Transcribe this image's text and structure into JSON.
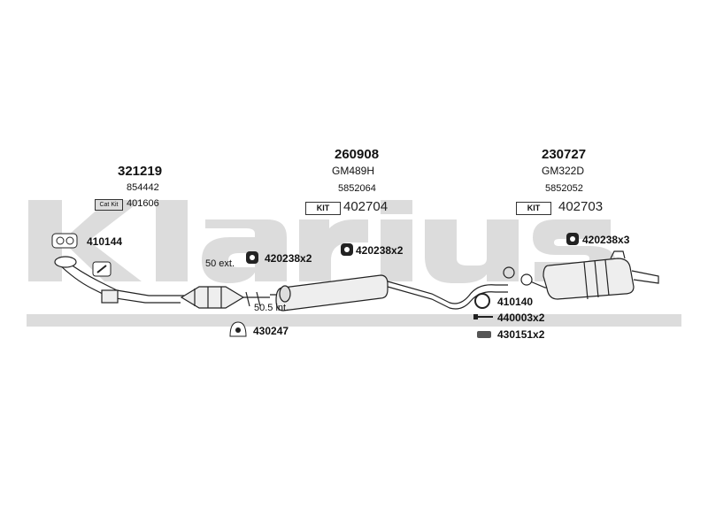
{
  "brand": {
    "watermark": "Klarius"
  },
  "groups": [
    {
      "part_no": "321219",
      "oe_ref": "854442",
      "kit_label": "Cat Kit",
      "kit_no": "401606"
    },
    {
      "part_no": "260908",
      "oe_ref": "GM489H",
      "sub_ref": "5852064",
      "kit_label": "KIT",
      "kit_no": "402704"
    },
    {
      "part_no": "230727",
      "oe_ref": "GM322D",
      "sub_ref": "5852052",
      "kit_label": "KIT",
      "kit_no": "402703"
    }
  ],
  "fittings": [
    {
      "code": "410144",
      "icon": "gasket-icon"
    },
    {
      "code": "420238x2",
      "icon": "rubber-mount-icon"
    },
    {
      "code": "420238x2",
      "icon": "rubber-mount-icon"
    },
    {
      "code": "420238x3",
      "icon": "rubber-mount-icon"
    },
    {
      "code": "430247",
      "icon": "bracket-icon"
    },
    {
      "code": "410140",
      "icon": "ring-gasket-icon"
    },
    {
      "code": "440003x2",
      "icon": "bolt-icon"
    },
    {
      "code": "430151x2",
      "icon": "clamp-icon"
    }
  ],
  "dimensions": {
    "ext": "50 ext.",
    "int": "50.5 int."
  },
  "colors": {
    "watermark": "#d9d9d9",
    "line": "#333333"
  }
}
